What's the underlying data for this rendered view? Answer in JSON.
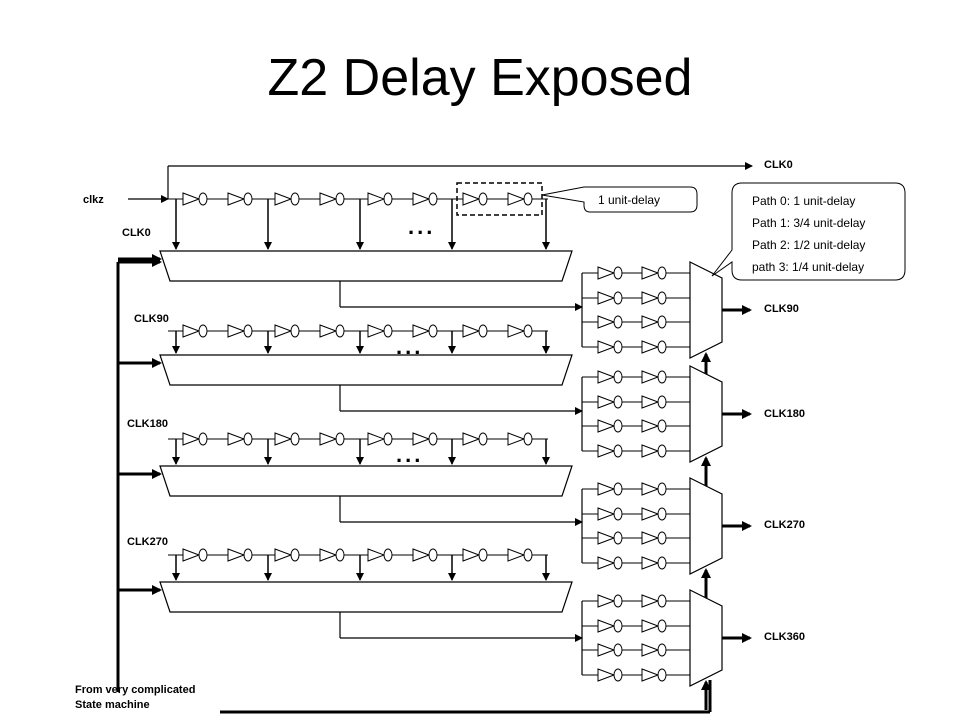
{
  "title": "Z2 Delay Exposed",
  "labels": {
    "clkz": "clkz",
    "clk0_out": "CLK0",
    "clk0_row": "CLK0",
    "clk90_row": "CLK90",
    "clk180_row": "CLK180",
    "clk270_row": "CLK270",
    "unit_delay": "1 unit-delay",
    "state_machine_1": "From very complicated",
    "state_machine_2": "State machine",
    "ellipsis": "..."
  },
  "outputs": [
    "CLK90",
    "CLK180",
    "CLK270",
    "CLK360"
  ],
  "paths": [
    "Path 0:  1 unit-delay",
    "Path 1: 3/4 unit-delay",
    "Path 2: 1/2 unit-delay",
    "path 3:  1/4 unit-delay"
  ],
  "colors": {
    "line": "#000000",
    "background": "#ffffff"
  }
}
